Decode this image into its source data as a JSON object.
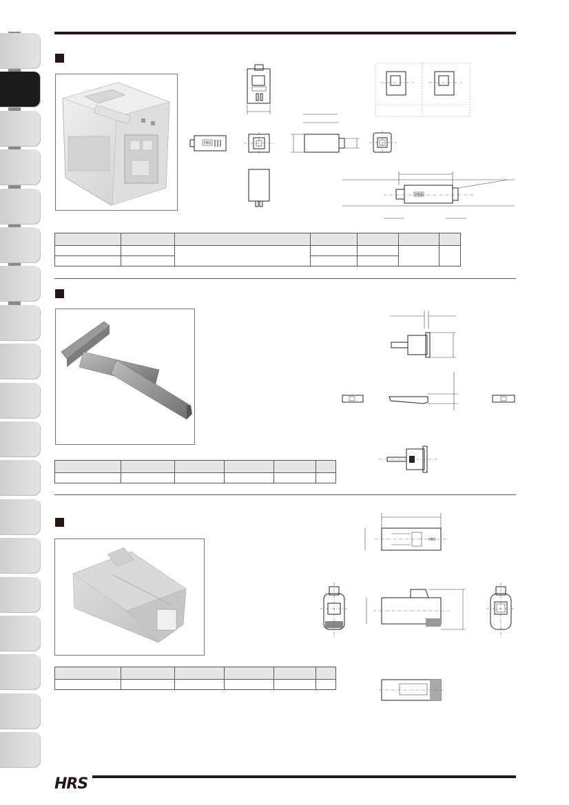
{
  "footer": {
    "brand_logo": "HRS"
  },
  "side_tabs": {
    "count": 19,
    "active_index": 1
  },
  "sections": [
    {
      "name": "section-1"
    },
    {
      "name": "section-2"
    },
    {
      "name": "section-3"
    }
  ],
  "drawings": {
    "connector_marking": "HRS",
    "plug_marking": "HRS"
  },
  "colors": {
    "ink": "#231815",
    "tab_gray": "#d6d6d6",
    "tab_active": "#1a1a1a"
  }
}
